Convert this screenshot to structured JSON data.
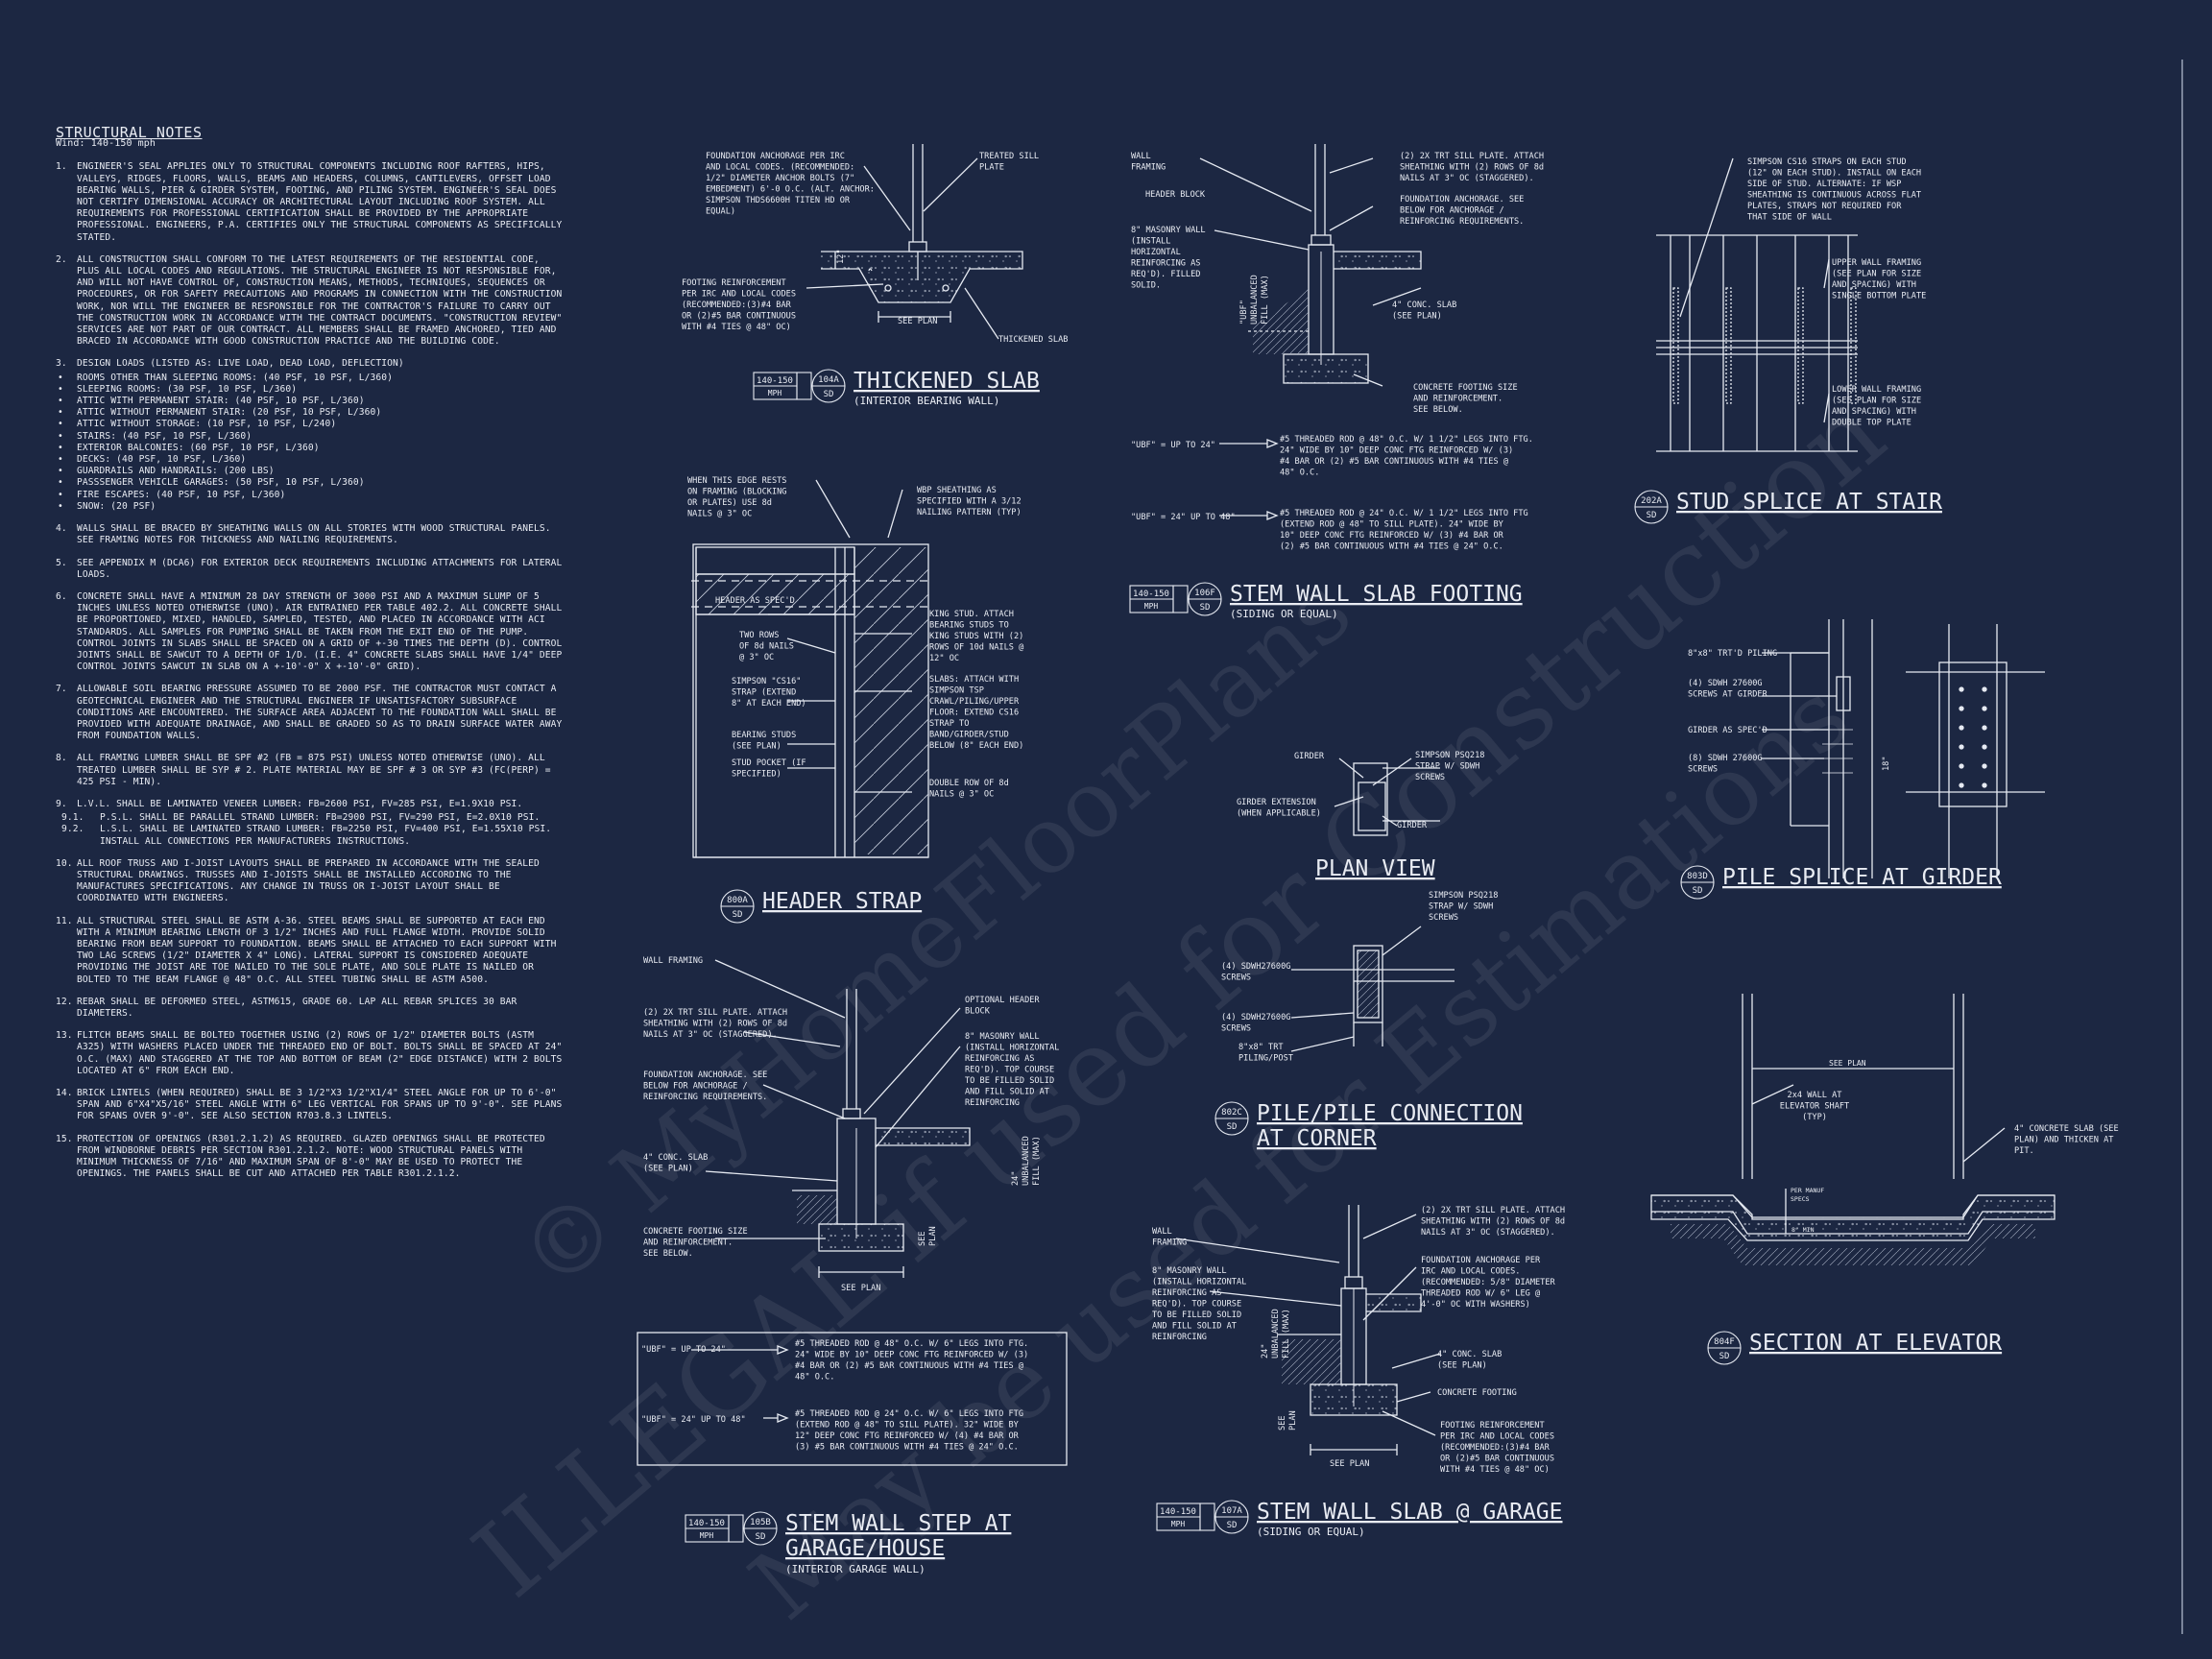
{
  "watermark": {
    "line1": "© MyHomeFloorPlans",
    "line2": "ILLEGAL if used for Construction",
    "line3": "May be used for Estimations"
  },
  "notes": {
    "title": "STRUCTURAL NOTES",
    "wind": "Wind: 140-150 mph",
    "items": [
      {
        "n": "1.",
        "t": "ENGINEER'S SEAL APPLIES ONLY TO STRUCTURAL COMPONENTS INCLUDING ROOF RAFTERS, HIPS, VALLEYS, RIDGES, FLOORS, WALLS, BEAMS AND HEADERS, COLUMNS, CANTILEVERS, OFFSET LOAD BEARING WALLS, PIER & GIRDER SYSTEM, FOOTING, AND PILING SYSTEM. ENGINEER'S SEAL DOES NOT CERTIFY DIMENSIONAL ACCURACY OR ARCHITECTURAL LAYOUT INCLUDING ROOF SYSTEM. ALL REQUIREMENTS FOR PROFESSIONAL CERTIFICATION SHALL BE PROVIDED BY THE APPROPRIATE PROFESSIONAL. ENGINEERS, P.A. CERTIFIES ONLY THE STRUCTURAL COMPONENTS AS SPECIFICALLY STATED."
      },
      {
        "n": "2.",
        "t": "ALL CONSTRUCTION SHALL CONFORM TO THE LATEST REQUIREMENTS OF THE RESIDENTIAL CODE, PLUS ALL LOCAL CODES AND REGULATIONS. THE STRUCTURAL ENGINEER IS NOT RESPONSIBLE FOR, AND WILL NOT HAVE CONTROL OF, CONSTRUCTION MEANS, METHODS, TECHNIQUES, SEQUENCES OR PROCEDURES, OR FOR SAFETY PRECAUTIONS AND PROGRAMS IN CONNECTION WITH THE CONSTRUCTION WORK, NOR WILL THE ENGINEER BE RESPONSIBLE FOR THE CONTRACTOR'S FAILURE TO CARRY OUT THE CONSTRUCTION WORK IN ACCORDANCE WITH THE CONTRACT DOCUMENTS. \"CONSTRUCTION REVIEW\" SERVICES ARE NOT PART OF OUR CONTRACT. ALL MEMBERS SHALL BE FRAMED ANCHORED, TIED AND BRACED IN ACCORDANCE WITH GOOD CONSTRUCTION PRACTICE AND THE BUILDING CODE."
      },
      {
        "n": "3.",
        "t": "DESIGN LOADS (LISTED AS: LIVE LOAD, DEAD LOAD, DEFLECTION)"
      }
    ],
    "loads": [
      "ROOMS OTHER THAN SLEEPING ROOMS: (40 PSF, 10 PSF, L/360)",
      "SLEEPING ROOMS: (30 PSF, 10 PSF, L/360)",
      "ATTIC WITH PERMANENT STAIR: (40 PSF, 10 PSF, L/360)",
      "ATTIC WITHOUT PERMANENT STAIR: (20 PSF, 10 PSF, L/360)",
      "ATTIC WITHOUT STORAGE: (10 PSF, 10 PSF, L/240)",
      "STAIRS: (40 PSF, 10 PSF, L/360)",
      "EXTERIOR BALCONIES: (60 PSF, 10 PSF, L/360)",
      "DECKS: (40 PSF, 10 PSF, L/360)",
      "GUARDRAILS AND HANDRAILS: (200 LBS)",
      "PASSSENGER VEHICLE GARAGES: (50 PSF, 10 PSF, L/360)",
      "FIRE ESCAPES: (40 PSF, 10 PSF, L/360)",
      "SNOW: (20 PSF)"
    ],
    "items2": [
      {
        "n": "4.",
        "t": "WALLS SHALL BE BRACED BY SHEATHING WALLS ON ALL STORIES WITH WOOD STRUCTURAL PANELS. SEE FRAMING NOTES FOR THICKNESS AND NAILING REQUIREMENTS."
      },
      {
        "n": "5.",
        "t": "SEE APPENDIX M (DCA6) FOR EXTERIOR DECK REQUIREMENTS INCLUDING ATTACHMENTS FOR LATERAL LOADS."
      },
      {
        "n": "6.",
        "t": "CONCRETE SHALL HAVE A MINIMUM 28 DAY STRENGTH OF 3000 PSI AND A MAXIMUM SLUMP OF 5 INCHES UNLESS NOTED OTHERWISE (UNO). AIR ENTRAINED PER TABLE 402.2. ALL CONCRETE SHALL BE PROPORTIONED, MIXED, HANDLED, SAMPLED, TESTED, AND PLACED IN ACCORDANCE WITH ACI STANDARDS. ALL SAMPLES FOR PUMPING SHALL BE TAKEN FROM THE EXIT END OF THE PUMP. CONTROL JOINTS IN SLABS SHALL BE SPACED ON A GRID OF +-30 TIMES THE DEPTH (D). CONTROL JOINTS SHALL BE SAWCUT TO A DEPTH OF 1/D. (I.E. 4\" CONCRETE SLABS SHALL HAVE 1/4\" DEEP CONTROL JOINTS SAWCUT IN SLAB ON A +-10'-0\" X +-10'-0\" GRID)."
      },
      {
        "n": "7.",
        "t": "ALLOWABLE SOIL BEARING PRESSURE ASSUMED TO BE 2000 PSF. THE CONTRACTOR MUST CONTACT A GEOTECHNICAL ENGINEER AND THE STRUCTURAL ENGINEER IF UNSATISFACTORY SUBSURFACE CONDITIONS ARE ENCOUNTERED. THE SURFACE AREA ADJACENT TO THE FOUNDATION WALL SHALL BE PROVIDED WITH ADEQUATE DRAINAGE, AND SHALL BE GRADED SO AS TO DRAIN SURFACE WATER AWAY FROM FOUNDATION WALLS."
      },
      {
        "n": "8.",
        "t": "ALL FRAMING LUMBER SHALL BE SPF #2 (FB = 875 PSI) UNLESS NOTED OTHERWISE (UNO). ALL TREATED LUMBER SHALL BE SYP # 2. PLATE MATERIAL MAY BE SPF # 3 OR SYP #3 (FC(PERP) = 425 PSI - MIN)."
      },
      {
        "n": "9.",
        "t": "L.V.L. SHALL BE LAMINATED VENEER LUMBER: FB=2600 PSI, FV=285 PSI, E=1.9X10 PSI."
      }
    ],
    "sub9": [
      {
        "n": "9.1.",
        "t": "P.S.L. SHALL BE PARALLEL STRAND LUMBER: FB=2900 PSI, FV=290 PSI, E=2.0X10 PSI."
      },
      {
        "n": "9.2.",
        "t": "L.S.L. SHALL BE LAMINATED STRAND LUMBER: FB=2250 PSI, FV=400 PSI, E=1.55X10 PSI. INSTALL ALL CONNECTIONS PER MANUFACTURERS INSTRUCTIONS."
      }
    ],
    "items3": [
      {
        "n": "10.",
        "t": "ALL ROOF TRUSS AND I-JOIST LAYOUTS SHALL BE PREPARED IN ACCORDANCE WITH THE SEALED STRUCTURAL DRAWINGS. TRUSSES AND I-JOISTS SHALL BE INSTALLED ACCORDING TO THE MANUFACTURES SPECIFICATIONS. ANY CHANGE IN TRUSS OR I-JOIST LAYOUT SHALL BE COORDINATED WITH ENGINEERS."
      },
      {
        "n": "11.",
        "t": "ALL STRUCTURAL STEEL SHALL BE ASTM A-36. STEEL BEAMS SHALL BE SUPPORTED AT EACH END WITH A MINIMUM BEARING LENGTH OF 3 1/2\" INCHES AND FULL FLANGE WIDTH. PROVIDE SOLID BEARING FROM BEAM SUPPORT TO FOUNDATION. BEAMS SHALL BE ATTACHED TO EACH SUPPORT WITH TWO LAG SCREWS (1/2\" DIAMETER X 4\" LONG). LATERAL SUPPORT IS CONSIDERED ADEQUATE PROVIDING THE JOIST ARE TOE NAILED TO THE SOLE PLATE, AND SOLE PLATE IS NAILED OR BOLTED TO THE BEAM FLANGE @ 48\" O.C. ALL STEEL TUBING SHALL BE ASTM A500."
      },
      {
        "n": "12.",
        "t": "REBAR SHALL BE DEFORMED STEEL, ASTM615, GRADE 60. LAP ALL REBAR SPLICES 30 BAR DIAMETERS."
      },
      {
        "n": "13.",
        "t": "FLITCH BEAMS SHALL BE BOLTED TOGETHER USING (2) ROWS OF 1/2\" DIAMETER BOLTS (ASTM A325) WITH WASHERS PLACED UNDER THE THREADED END OF BOLT. BOLTS SHALL BE SPACED AT 24\" O.C. (MAX) AND STAGGERED AT THE TOP AND BOTTOM OF BEAM (2\" EDGE DISTANCE) WITH 2 BOLTS LOCATED AT 6\" FROM EACH END."
      },
      {
        "n": "14.",
        "t": "BRICK LINTELS (WHEN REQUIRED) SHALL BE 3 1/2\"X3 1/2\"X1/4\" STEEL ANGLE FOR UP TO 6'-0\" SPAN AND 6\"X4\"X5/16\" STEEL ANGLE WITH 6\" LEG VERTICAL FOR SPANS UP TO 9'-0\". SEE PLANS FOR SPANS OVER 9'-0\". SEE ALSO SECTION R703.8.3 LINTELS."
      },
      {
        "n": "15.",
        "t": "PROTECTION OF OPENINGS (R301.2.1.2) AS REQUIRED. GLAZED OPENINGS SHALL BE PROTECTED FROM WINDBORNE DEBRIS PER SECTION R301.2.1.2. NOTE: WOOD STRUCTURAL PANELS WITH MINIMUM THICKNESS OF 7/16\" AND MAXIMUM SPAN OF 8'-0\" MAY BE USED TO PROTECT THE OPENINGS. THE PANELS SHALL BE CUT AND ATTACHED PER TABLE R301.2.1.2."
      }
    ]
  },
  "details": {
    "thick": {
      "title": "THICKENED SLAB",
      "sub": "(INTERIOR BEARING WALL)",
      "mph": "140-150",
      "mph2": "MPH",
      "tag": "104A",
      "sheet": "SD",
      "l1": [
        "FOUNDATION ANCHORAGE PER IRC",
        "AND LOCAL CODES. (RECOMMENDED:",
        "1/2\" DIAMETER ANCHOR BOLTS (7\"",
        "EMBEDMENT) 6'-0 O.C. (ALT. ANCHOR:",
        "SIMPSON THDS6600H TITEN HD OR",
        "EQUAL)"
      ],
      "l2": [
        "TREATED SILL",
        "PLATE"
      ],
      "l3": [
        "FOOTING REINFORCEMENT",
        "PER IRC AND LOCAL CODES",
        "(RECOMMENDED:(3)#4 BAR",
        "OR (2)#5 BAR CONTINUOUS",
        "WITH #4 TIES @ 48\" OC)"
      ],
      "dim": "SEE PLAN",
      "l4": "THICKENED SLAB",
      "d12": "12\""
    },
    "stemF": {
      "title": "STEM WALL SLAB FOOTING",
      "sub": "(SIDING OR EQUAL)",
      "mph": "140-150",
      "mph2": "MPH",
      "tag": "106F",
      "sheet": "SD",
      "l1": [
        "WALL",
        "FRAMING"
      ],
      "l2": "HEADER BLOCK",
      "l3": [
        "8\" MASONRY WALL",
        "(INSTALL",
        "HORIZONTAL",
        "REINFORCING AS",
        "REQ'D). FILLED",
        "SOLID."
      ],
      "l4": [
        "(2) 2X TRT SILL PLATE. ATTACH",
        "SHEATHING WITH (2) ROWS OF 8d",
        "NAILS AT 3\" OC (STAGGERED)."
      ],
      "l5": [
        "FOUNDATION ANCHORAGE. SEE",
        "BELOW FOR ANCHORAGE /",
        "REINFORCING REQUIREMENTS."
      ],
      "l6": [
        "4\" CONC. SLAB",
        "(SEE PLAN)"
      ],
      "l7": [
        "CONCRETE FOOTING SIZE",
        "AND REINFORCEMENT.",
        "SEE BELOW."
      ],
      "ubf": [
        "\"UBF\"",
        "UNBALANCED",
        "FILL (MAX)"
      ],
      "r1k": "\"UBF\" = UP TO 24\"",
      "r1": [
        "#5 THREADED ROD @ 48\" O.C. W/ 1 1/2\" LEGS INTO FTG.",
        "24\" WIDE BY 10\" DEEP CONC FTG REINFORCED W/ (3)",
        "#4 BAR OR (2) #5 BAR CONTINUOUS WITH #4 TIES @",
        "48\" O.C."
      ],
      "r2k": "\"UBF\" = 24\" UP TO 48\"",
      "r2": [
        "#5 THREADED ROD @ 24\" O.C. W/ 1 1/2\" LEGS INTO FTG",
        "(EXTEND ROD @ 48\" TO SILL PLATE). 24\" WIDE BY",
        "10\" DEEP CONC FTG REINFORCED W/ (3) #4 BAR OR",
        "(2) #5 BAR CONTINUOUS WITH #4 TIES @ 24\" O.C."
      ]
    },
    "stud": {
      "title": "STUD SPLICE AT STAIR",
      "tag": "202A",
      "sheet": "SD",
      "l1": [
        "SIMPSON CS16 STRAPS ON EACH STUD",
        "(12\" ON EACH STUD). INSTALL ON EACH",
        "SIDE OF STUD. ALTERNATE: IF WSP",
        "SHEATHING IS CONTINUOUS ACROSS FLAT",
        "PLATES, STRAPS NOT REQUIRED FOR",
        "THAT SIDE OF WALL"
      ],
      "l2": [
        "UPPER WALL FRAMING",
        "(SEE PLAN FOR SIZE",
        "AND SPACING) WITH",
        "SINGLE BOTTOM PLATE"
      ],
      "l3": [
        "LOWER WALL FRAMING",
        "(SEE PLAN FOR SIZE",
        "AND SPACING) WITH",
        "DOUBLE TOP PLATE"
      ]
    },
    "header": {
      "title": "HEADER STRAP",
      "tag": "800A",
      "sheet": "SD",
      "l1": [
        "WHEN THIS EDGE RESTS",
        "ON FRAMING (BLOCKING",
        "OR PLATES) USE 8d",
        "NAILS @ 3\" OC"
      ],
      "l2": [
        "WBP SHEATHING AS",
        "SPECIFIED WITH A 3/12",
        "NAILING PATTERN (TYP)"
      ],
      "l3": "HEADER AS SPEC'D",
      "l4": [
        "TWO ROWS",
        "OF 8d NAILS",
        "@ 3\" OC"
      ],
      "l5": [
        "SIMPSON \"CS16\"",
        "STRAP (EXTEND",
        "8\" AT EACH END)"
      ],
      "l6": [
        "BEARING STUDS",
        "(SEE PLAN)"
      ],
      "l7": [
        "STUD POCKET (IF",
        "SPECIFIED)"
      ],
      "l8": [
        "KING STUD. ATTACH",
        "BEARING STUDS TO",
        "KING STUDS WITH (2)",
        "ROWS OF 10d NAILS @",
        "12\" OC"
      ],
      "l9": [
        "SLABS: ATTACH WITH",
        "SIMPSON TSP",
        "CRAWL/PILING/UPPER",
        "FLOOR: EXTEND CS16",
        "STRAP TO",
        "BAND/GIRDER/STUD",
        "BELOW (8\" EACH END)"
      ],
      "l10": [
        "DOUBLE ROW OF 8d",
        "NAILS @ 3\" OC"
      ]
    },
    "planview": {
      "title": "PLAN VIEW",
      "l1": "GIRDER",
      "l2": [
        "SIMPSON PSQ218",
        "STRAP W/ SDWH",
        "SCREWS"
      ],
      "l3": [
        "GIRDER EXTENSION",
        "(WHEN APPLICABLE)"
      ],
      "l4": "GIRDER"
    },
    "pile": {
      "title": "PILE SPLICE AT GIRDER",
      "tag": "803D",
      "sheet": "SD",
      "l1": "8\"x8\" TRT'D PILING",
      "l2": [
        "(4) SDWH 27600G",
        "SCREWS AT GIRDER"
      ],
      "l3": "GIRDER AS SPEC'D",
      "l4": [
        "(8) SDWH 27600G",
        "SCREWS"
      ],
      "d": "18\""
    },
    "corner": {
      "title1": "PILE/PILE CONNECTION",
      "title2": "AT CORNER",
      "tag": "802C",
      "sheet": "SD",
      "l1": [
        "SIMPSON PSQ218",
        "STRAP W/ SDWH",
        "SCREWS"
      ],
      "l2": [
        "(4) SDWH27600G",
        "SCREWS"
      ],
      "l3": [
        "(4) SDWH27600G",
        "SCREWS"
      ],
      "l4": [
        "8\"x8\" TRT",
        "PILING/POST"
      ]
    },
    "step": {
      "title1": "STEM WALL STEP AT",
      "title2": "GARAGE/HOUSE",
      "sub": "(INTERIOR GARAGE WALL)",
      "mph": "140-150",
      "mph2": "MPH",
      "tag": "105B",
      "sheet": "SD",
      "l1": "WALL FRAMING",
      "l2": [
        "(2) 2X TRT SILL PLATE. ATTACH",
        "SHEATHING WITH (2) ROWS OF 8d",
        "NAILS AT 3\" OC (STAGGERED)."
      ],
      "l3": [
        "FOUNDATION ANCHORAGE. SEE",
        "BELOW FOR ANCHORAGE /",
        "REINFORCING REQUIREMENTS."
      ],
      "l4": [
        "4\" CONC. SLAB",
        "(SEE PLAN)"
      ],
      "l5": [
        "CONCRETE FOOTING SIZE",
        "AND REINFORCEMENT.",
        "SEE BELOW."
      ],
      "l6": [
        "OPTIONAL HEADER",
        "BLOCK"
      ],
      "l7": [
        "8\" MASONRY WALL",
        "(INSTALL HORIZONTAL",
        "REINFORCING AS",
        "REQ'D). TOP COURSE",
        "TO BE FILLED SOLID",
        "AND FILL SOLID AT",
        "REINFORCING"
      ],
      "ubf": [
        "24\"",
        "UNBALANCED",
        "FILL (MAX)"
      ],
      "seeplan": "SEE PLAN",
      "seeplanv": [
        "SEE",
        "PLAN"
      ],
      "r1k": "\"UBF\" = UP TO 24\"",
      "r1": [
        "#5 THREADED ROD @ 48\" O.C. W/ 6\" LEGS INTO FTG.",
        "24\" WIDE BY 10\" DEEP CONC FTG REINFORCED W/ (3)",
        "#4 BAR OR (2) #5 BAR CONTINUOUS WITH #4 TIES @",
        "48\" O.C."
      ],
      "r2k": "\"UBF\" = 24\" UP TO 48\"",
      "r2": [
        "#5 THREADED ROD @ 24\" O.C. W/ 6\" LEGS INTO FTG",
        "(EXTEND ROD @ 48\" TO SILL PLATE). 32\" WIDE BY",
        "12\" DEEP CONC FTG REINFORCED W/ (4) #4 BAR OR",
        "(3) #5 BAR CONTINUOUS WITH #4 TIES @ 24\" O.C."
      ]
    },
    "garage": {
      "title": "STEM WALL SLAB @ GARAGE",
      "sub": "(SIDING OR EQUAL)",
      "mph": "140-150",
      "mph2": "MPH",
      "tag": "107A",
      "sheet": "SD",
      "l1": [
        "WALL",
        "FRAMING"
      ],
      "l2": [
        "8\" MASONRY WALL",
        "(INSTALL HORIZONTAL",
        "REINFORCING AS",
        "REQ'D). TOP COURSE",
        "TO BE FILLED SOLID",
        "AND FILL SOLID AT",
        "REINFORCING"
      ],
      "l3": [
        "(2) 2X TRT SILL PLATE. ATTACH",
        "SHEATHING WITH (2) ROWS OF 8d",
        "NAILS AT 3\" OC (STAGGERED)."
      ],
      "l4": [
        "FOUNDATION ANCHORAGE PER",
        "IRC AND LOCAL CODES.",
        "(RECOMMENDED: 5/8\" DIAMETER",
        "THREADED ROD W/ 6\" LEG @",
        "4'-0\" OC WITH WASHERS)"
      ],
      "l5": [
        "4\" CONC. SLAB",
        "(SEE PLAN)"
      ],
      "l6": "CONCRETE FOOTING",
      "l7": [
        "FOOTING REINFORCEMENT",
        "PER IRC AND LOCAL CODES",
        "(RECOMMENDED:(3)#4 BAR",
        "OR (2)#5 BAR CONTINUOUS",
        "WITH #4 TIES @ 48\" OC)"
      ],
      "ubf": [
        "24\"",
        "UNBALANCED",
        "FILL (MAX)"
      ],
      "seeplan": "SEE PLAN",
      "seeplanv": [
        "SEE",
        "PLAN"
      ]
    },
    "elev": {
      "title": "SECTION AT ELEVATOR",
      "tag": "804F",
      "sheet": "SD",
      "l1": "SEE PLAN",
      "l2": [
        "2x4 WALL AT",
        "ELEVATOR SHAFT",
        "(TYP)"
      ],
      "l3": [
        "4\" CONCRETE SLAB (SEE",
        "PLAN) AND THICKEN AT",
        "PIT."
      ],
      "l4": [
        "PER MANUF",
        "SPECS"
      ],
      "l5": "8\" MIN"
    }
  }
}
